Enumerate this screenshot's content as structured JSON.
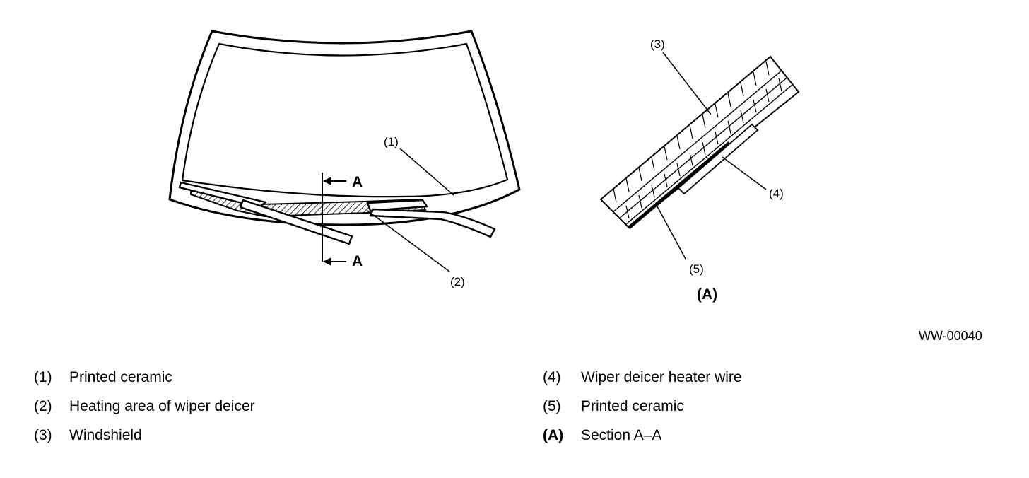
{
  "figure_id": "WW-00040",
  "diagram": {
    "callouts": {
      "c1": "(1)",
      "c2": "(2)",
      "c3": "(3)",
      "c4": "(4)",
      "c5": "(5)"
    },
    "section_marker": "A",
    "section_view_label": "(A)"
  },
  "legend": {
    "left": [
      {
        "num": "(1)",
        "text": "Printed ceramic"
      },
      {
        "num": "(2)",
        "text": "Heating area of wiper deicer"
      },
      {
        "num": "(3)",
        "text": "Windshield"
      }
    ],
    "right": [
      {
        "num": "(4)",
        "text": "Wiper deicer heater wire"
      },
      {
        "num": "(5)",
        "text": "Printed ceramic"
      },
      {
        "num": "(A)",
        "text": "Section A–A"
      }
    ]
  }
}
